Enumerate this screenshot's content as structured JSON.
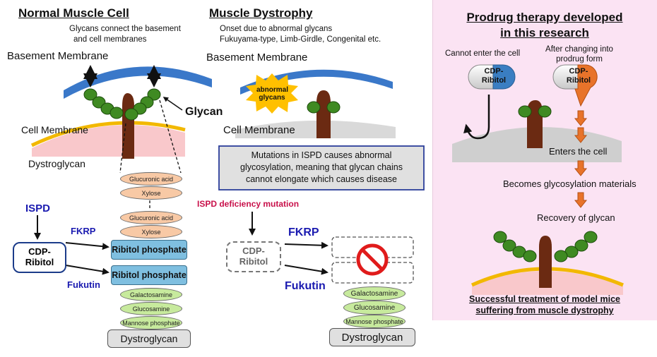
{
  "normal": {
    "title": "Normal Muscle Cell",
    "note_line1": "Glycans connect the basement",
    "note_line2": "and cell membranes",
    "basement": "Basement Membrane",
    "glycan": "Glycan",
    "cell_membrane": "Cell Membrane",
    "dystroglycan": "Dystroglycan",
    "chain": [
      "Glucuronic acid",
      "Xylose",
      "Glucuronic acid",
      "Xylose"
    ],
    "ribitol": [
      "Ribitol phosphate",
      "Ribitol phosphate"
    ],
    "sugars": [
      "Galactosamine",
      "Glucosamine",
      "Mannose phosphate"
    ],
    "base": "Dystroglycan",
    "ispd": "ISPD",
    "cdp_line1": "CDP-",
    "cdp_line2": "Ribitol",
    "fkrp": "FKRP",
    "fukutin": "Fukutin"
  },
  "dystrophy": {
    "title": "Muscle Dystrophy",
    "note_line1": "Onset due to abnormal glycans",
    "note_line2": "Fukuyama-type,  Limb-Girdle, Congenital etc.",
    "basement": "Basement Membrane",
    "abnormal_line1": "abnormal",
    "abnormal_line2": "glycans",
    "cell_membrane": "Cell Membrane",
    "box_line1": "Mutations in ISPD causes abnormal",
    "box_line2": "glycosylation, meaning that glycan chains",
    "box_line3": "cannot elongate which causes disease",
    "deficiency": "ISPD deficiency mutation",
    "cdp_line1": "CDP-",
    "cdp_line2": "Ribitol",
    "fkrp": "FKRP",
    "fukutin": "Fukutin",
    "sugars": [
      "Galactosamine",
      "Glucosamine",
      "Mannose phosphate"
    ],
    "base": "Dystroglycan"
  },
  "prodrug": {
    "title_line1": "Prodrug therapy developed",
    "title_line2": "in this research",
    "cannot_enter": "Cannot enter the cell",
    "after_line1": "After changing into",
    "after_line2": "prodrug form",
    "capsule_line1": "CDP-",
    "capsule_line2": "Ribitol",
    "step1": "Enters the cell",
    "step2": "Becomes glycosylation materials",
    "step3": "Recovery of glycan",
    "result_line1": "Successful treatment of model mice",
    "result_line2": "suffering from muscle dystrophy"
  },
  "colors": {
    "basement_blue": "#3a78c9",
    "membrane_yellow": "#f2b800",
    "glycan_green": "#3f8a22",
    "stalk_brown": "#6b2a12",
    "ispd_blue": "#1a1ab0",
    "deficiency_red": "#c8104a",
    "arrow_orange": "#e8732a",
    "panel_pink": "#fbe3f3"
  }
}
